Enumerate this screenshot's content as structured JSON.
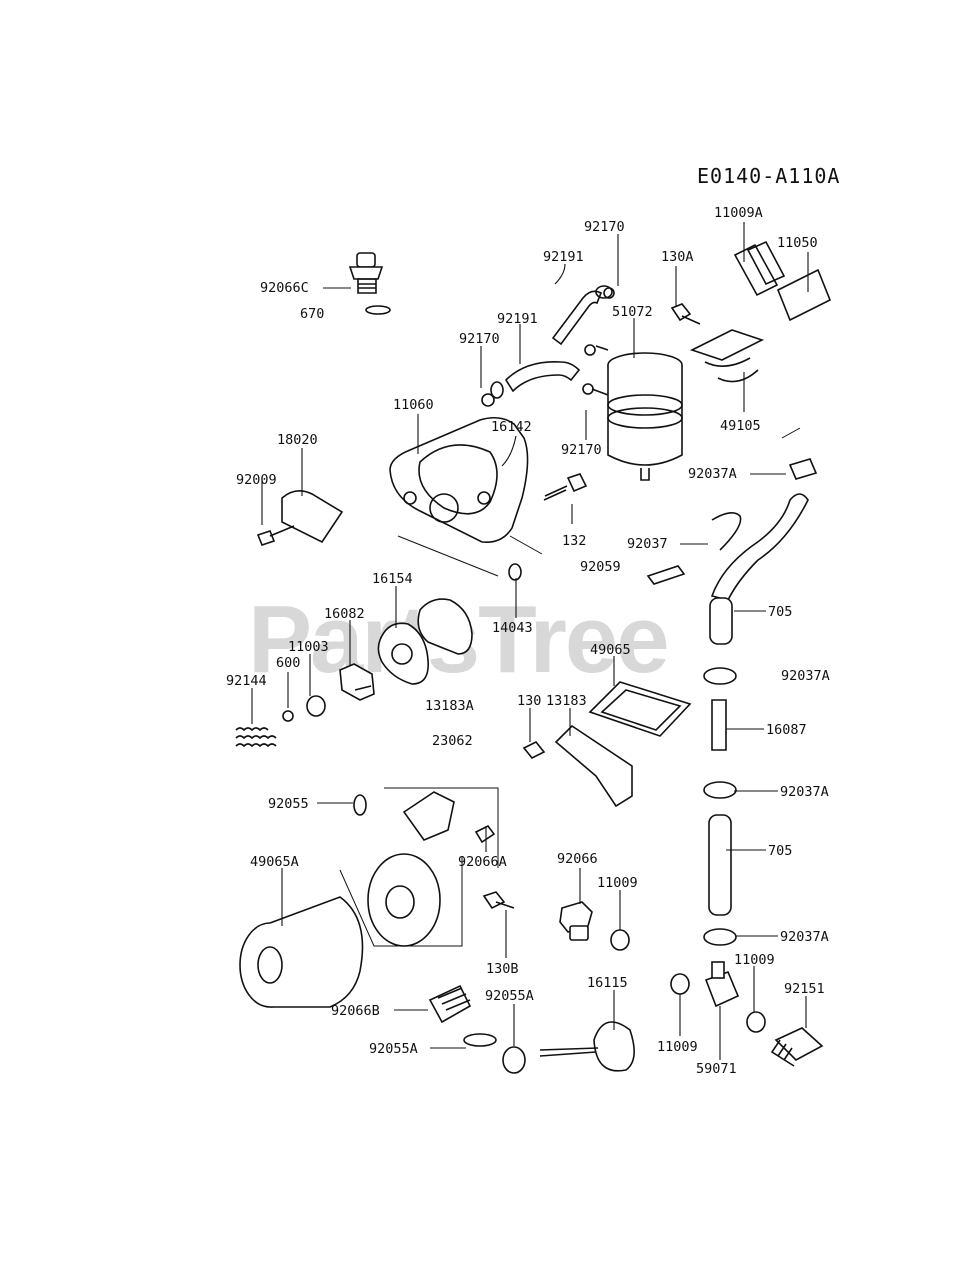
{
  "diagram_code": "E0140-A110A",
  "watermark": "PartsTree",
  "labels": {
    "p92066C": "92066C",
    "p670": "670",
    "p92170_top": "92170",
    "p92191_a": "92191",
    "p92191_b": "92191",
    "p92170_left": "92170",
    "p130A": "130A",
    "p51072": "51072",
    "p11009A": "11009A",
    "p11050": "11050",
    "p49105": "49105",
    "p11060": "11060",
    "p16142": "16142",
    "p18020": "18020",
    "p92009": "92009",
    "p92170_mid": "92170",
    "p92037A_1": "92037A",
    "p132": "132",
    "p92037": "92037",
    "p92059": "92059",
    "p16154": "16154",
    "p14043": "14043",
    "p16082": "16082",
    "p11003": "11003",
    "p600": "600",
    "p92144": "92144",
    "p705_1": "705",
    "p49065": "49065",
    "p13183": "13183",
    "p130": "130",
    "p13183A": "13183A",
    "p92037A_2": "92037A",
    "p16087": "16087",
    "p23062": "23062",
    "p92055": "92055",
    "p92037A_3": "92037A",
    "p92066A": "92066A",
    "p705_2": "705",
    "p49065A": "49065A",
    "p92066": "92066",
    "p11009_1": "11009",
    "p92037A_4": "92037A",
    "p130B": "130B",
    "p92066B": "92066B",
    "p92055A_1": "92055A",
    "p16115": "16115",
    "p11009_2": "11009",
    "p92151": "92151",
    "p92055A_2": "92055A",
    "p11009_3": "11009",
    "p59071": "59071"
  }
}
